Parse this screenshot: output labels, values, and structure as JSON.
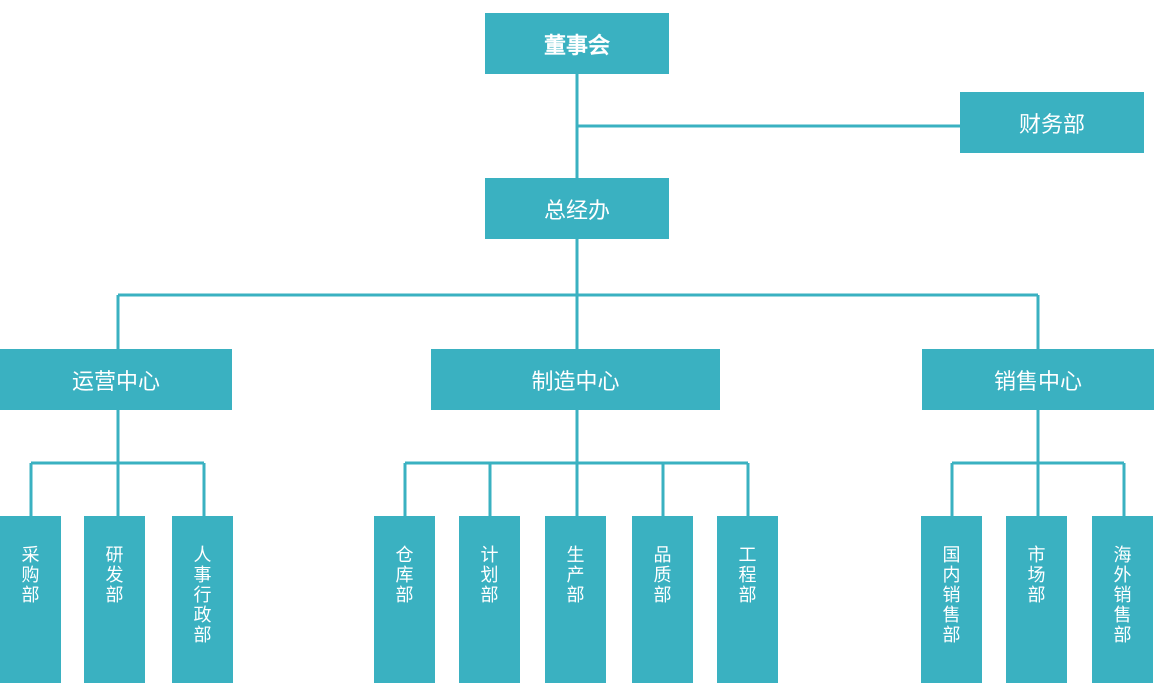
{
  "colors": {
    "node_fill": "#3ab1c1",
    "line": "#3ab1c1",
    "text": "#ffffff"
  },
  "chart": {
    "board": "董事会",
    "finance": "财务部",
    "general_office": "总经办",
    "centers": [
      {
        "label": "运营中心",
        "departments": [
          "采购部",
          "研发部",
          "人事行政部"
        ]
      },
      {
        "label": "制造中心",
        "departments": [
          "仓库部",
          "计划部",
          "生产部",
          "品质部",
          "工程部"
        ]
      },
      {
        "label": "销售中心",
        "departments": [
          "国内销售部",
          "市场部",
          "海外销售部"
        ]
      }
    ]
  }
}
